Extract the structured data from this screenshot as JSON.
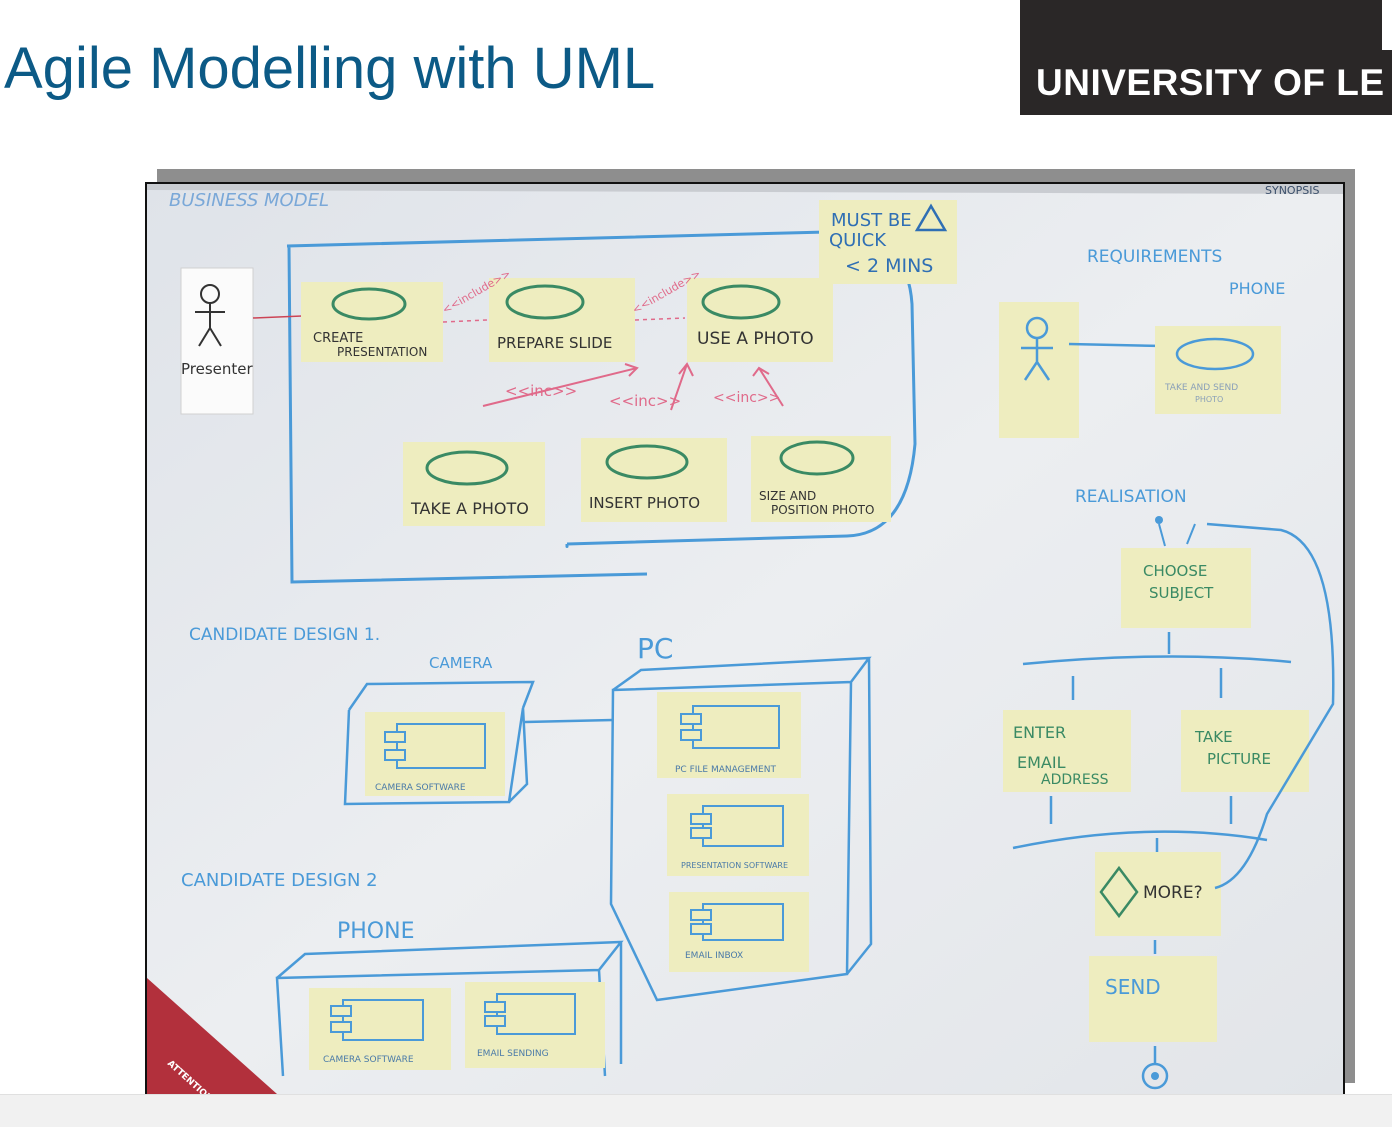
{
  "slide": {
    "title": "Agile Modelling with UML",
    "logo_text": "UNIVERSITY OF LE"
  },
  "whiteboard": {
    "business_model_label": "BUSINESS MODEL",
    "corner_label": "SYNOPSIS",
    "constraint_note": [
      "MUST BE",
      "QUICK",
      "< 2 MINS"
    ],
    "actor_label": "Presenter",
    "use_cases": {
      "create": [
        "CREATE",
        "PRESENTATION"
      ],
      "prepare": "PREPARE SLIDE",
      "use_photo": "USE A PHOTO",
      "take_photo": "TAKE A PHOTO",
      "insert_photo": "INSERT PHOTO",
      "size_position": [
        "SIZE AND",
        "POSITION PHOTO"
      ]
    },
    "stereotypes": {
      "include1": "<<include>>",
      "include2": "<<include>>",
      "inc1": "<<inc>>",
      "inc2": "<<inc>>",
      "inc3": "<<inc>>"
    },
    "requirements_label": [
      "REQUIREMENTS",
      "PHONE"
    ],
    "req_use_case": [
      "TAKE AND SEND",
      "PHOTO"
    ],
    "realisation_label": "REALISATION",
    "activities": {
      "choose": [
        "CHOOSE",
        "SUBJECT"
      ],
      "enter": [
        "ENTER",
        "EMAIL",
        "ADDRESS"
      ],
      "take": [
        "TAKE",
        "PICTURE"
      ],
      "more": "MORE?",
      "send": "SEND"
    },
    "design1": {
      "label": "CANDIDATE DESIGN 1.",
      "camera_label": "CAMERA",
      "pc_label": "PC",
      "camera_component": "CAMERA SOFTWARE",
      "pc_components": [
        "PC FILE MANAGEMENT",
        "PRESENTATION SOFTWARE",
        "EMAIL INBOX"
      ]
    },
    "design2": {
      "label": "CANDIDATE DESIGN 2",
      "phone_label": "PHONE",
      "components": [
        "CAMERA SOFTWARE",
        "EMAIL SENDING"
      ]
    },
    "sign_text": "ATTENTION!"
  },
  "colors": {
    "title": "#0c5a86",
    "logo_bg": "#2a2727",
    "marker_blue": "#4a9ad8",
    "marker_green": "#3a8a64",
    "marker_pink": "#e06a8a",
    "sticky": "#eeedbf",
    "whiteboard": "#e8ebee"
  }
}
